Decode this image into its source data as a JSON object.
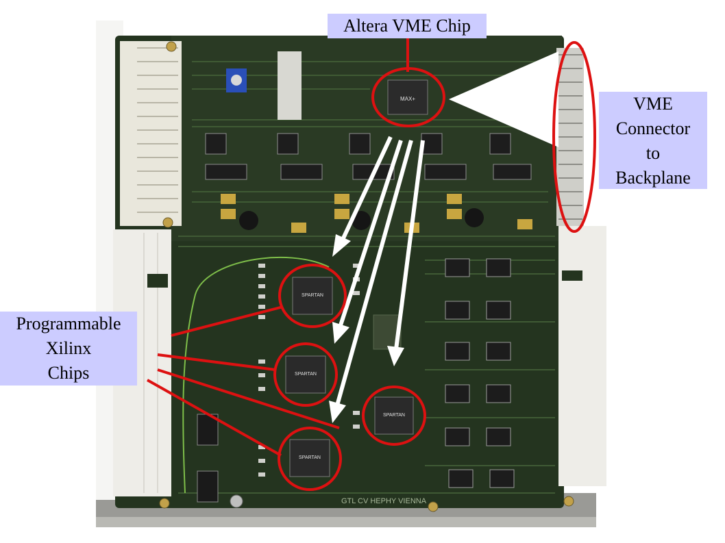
{
  "labels": {
    "altera": "Altera VME Chip",
    "vme_connector": [
      "VME",
      "Connector",
      "to",
      "Backplane"
    ],
    "xilinx": [
      "Programmable",
      "Xilinx",
      "Chips"
    ]
  },
  "board": {
    "silkscreen": "GTL CV HEPHY VIENNA",
    "altera_chip_marking": "MAX+",
    "xilinx_chip_marking": "SPARTAN"
  },
  "colors": {
    "board": "#24341f",
    "callout_outline": "#dd1111",
    "arrow": "#ffffff",
    "label_background": "#ccccff"
  }
}
